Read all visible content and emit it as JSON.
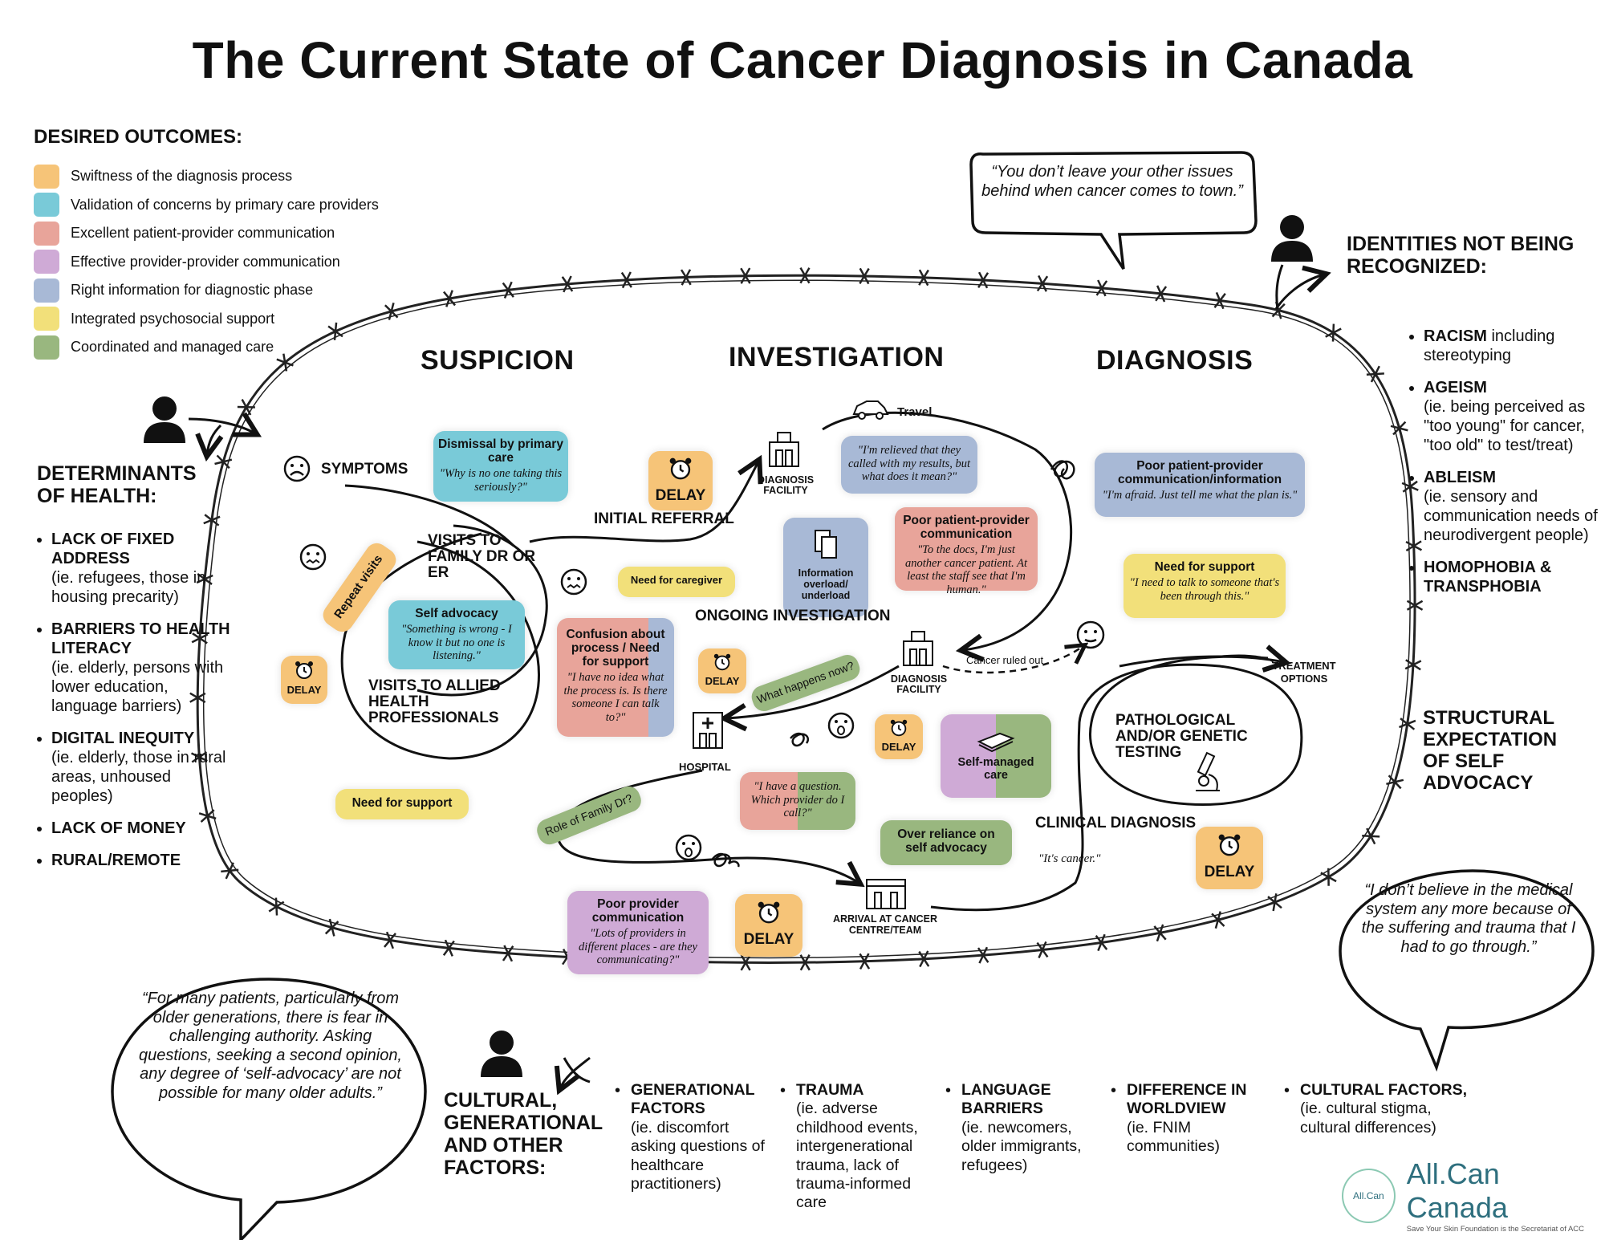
{
  "title": "The Current State of Cancer Diagnosis in Canada",
  "desired_outcomes": {
    "heading": "DESIRED OUTCOMES:",
    "items": [
      {
        "label": "Swiftness of the diagnosis process",
        "color": "#f6c478"
      },
      {
        "label": "Validation of concerns by primary care providers",
        "color": "#79cad8"
      },
      {
        "label": "Excellent patient-provider communication",
        "color": "#e8a49a"
      },
      {
        "label": "Effective provider-provider communication",
        "color": "#cfaad6"
      },
      {
        "label": "Right information for diagnostic phase",
        "color": "#a8b9d6"
      },
      {
        "label": "Integrated psychosocial support",
        "color": "#f2e07a"
      },
      {
        "label": "Coordinated and managed care",
        "color": "#99b77f"
      }
    ]
  },
  "stages": {
    "suspicion": "SUSPICION",
    "investigation": "INVESTIGATION",
    "diagnosis": "DIAGNOSIS"
  },
  "quotes": {
    "top": "“You don’t leave your other issues behind when cancer comes to town.”",
    "right": "“I don’t believe in the medical system any more because of the suffering and trauma that I had to go through.”",
    "left": "“For many patients, particularly from older generations, there is fear in challenging authority. Asking questions, seeking a second opinion, any degree of ‘self-advocacy’ are not possible for many older adults.”"
  },
  "determinants": {
    "heading": "DETERMINANTS OF HEALTH:",
    "items": [
      {
        "bold": "LACK OF FIXED ADDRESS",
        "detail": "(ie. refugees, those in housing precarity)"
      },
      {
        "bold": "BARRIERS TO HEALTH LITERACY",
        "detail": "(ie. elderly, persons with lower education, language barriers)"
      },
      {
        "bold": "DIGITAL INEQUITY",
        "detail": "(ie. elderly, those in rural areas, unhoused peoples)"
      },
      {
        "bold": "LACK OF MONEY",
        "detail": ""
      },
      {
        "bold": "RURAL/REMOTE",
        "detail": ""
      }
    ]
  },
  "identities": {
    "heading": "IDENTITIES NOT BEING RECOGNIZED:",
    "items": [
      {
        "bold": "RACISM",
        "detail": " including stereotyping"
      },
      {
        "bold": "AGEISM",
        "detail": "(ie. being perceived as \"too young\" for cancer, \"too old\" to test/treat)"
      },
      {
        "bold": "ABLEISM",
        "detail": "(ie. sensory and communication needs of neurodivergent people)"
      },
      {
        "bold": "HOMOPHOBIA & TRANSPHOBIA",
        "detail": ""
      }
    ],
    "structural": "STRUCTURAL EXPECTATION OF SELF ADVOCACY"
  },
  "cultural": {
    "heading": "CULTURAL, GENERATIONAL AND OTHER FACTORS:",
    "items": [
      {
        "bold": "GENERATIONAL FACTORS",
        "detail": "(ie. discomfort asking questions of healthcare practitioners)"
      },
      {
        "bold": "TRAUMA",
        "detail": "(ie. adverse childhood events, intergenerational trauma, lack of trauma-informed care"
      },
      {
        "bold": "LANGUAGE BARRIERS",
        "detail": "(ie. newcomers, older immigrants, refugees)"
      },
      {
        "bold": "DIFFERENCE IN WORLDVIEW",
        "detail": "(ie. FNIM communities)"
      },
      {
        "bold": "CULTURAL FACTORS,",
        "detail": "(ie. cultural stigma, cultural differences)"
      }
    ]
  },
  "notes": {
    "dismissal": {
      "h": "Dismissal by primary care",
      "q": "\"Why is no one taking this seriously?\""
    },
    "self_advocacy": {
      "h": "Self advocacy",
      "q": "\"Something is wrong - I know it but no one is listening.\""
    },
    "repeat_visits": "Repeat visits",
    "need_support_left": "Need for support",
    "need_caregiver": "Need for caregiver",
    "confusion": {
      "h": "Confusion about process / Need for support",
      "q": "\"I have no idea what the process is. Is there someone I can talk to?\""
    },
    "relieved": "\"I'm relieved that they called with my results, but what does it mean?\"",
    "info_overload": "Information overload/ underload",
    "poor_pp_mid": {
      "h": "Poor patient-provider communication",
      "q": "\"To the docs, I'm just another cancer patient. At least the staff see that I'm human.\""
    },
    "poor_pp_right": {
      "h": "Poor patient-provider communication/information",
      "q": "\"I'm afraid. Just tell me what the plan is.\""
    },
    "need_support_right": {
      "h": "Need for support",
      "q": "\"I need to talk to someone that's been through this.\""
    },
    "what_happens": "What happens now?",
    "self_managed": "Self-managed care",
    "question": "\"I have a question. Which provider do I call?\"",
    "over_reliance": "Over reliance on self advocacy",
    "role_family": "Role of Family Dr?",
    "poor_provider": {
      "h": "Poor provider communication",
      "q": "\"Lots of providers in different places - are they communicating?\""
    }
  },
  "labels": {
    "symptoms": "SYMPTOMS",
    "visits_family": "VISITS TO FAMILY DR OR ER",
    "visits_allied": "VISITS TO ALLIED HEALTH PROFESSIONALS",
    "initial_referral": "INITIAL REFERRAL",
    "diagnosis_facility": "DIAGNOSIS FACILITY",
    "travel": "Travel",
    "ongoing": "ONGOING INVESTIGATION",
    "hospital": "HOSPITAL",
    "cancer_ruled_out": "Cancer ruled out",
    "treatment_options": "TREATMENT OPTIONS",
    "pathological": "PATHOLOGICAL AND/OR GENETIC TESTING",
    "clinical_diagnosis": "CLINICAL DIAGNOSIS",
    "its_cancer": "\"It's cancer.\"",
    "arrival": "ARRIVAL AT CANCER CENTRE/TEAM",
    "delay": "DELAY"
  },
  "logo": {
    "mark": "All.Can",
    "name": "All.Can Canada",
    "tagline": "Save Your Skin Foundation is the Secretariat of ACC"
  }
}
